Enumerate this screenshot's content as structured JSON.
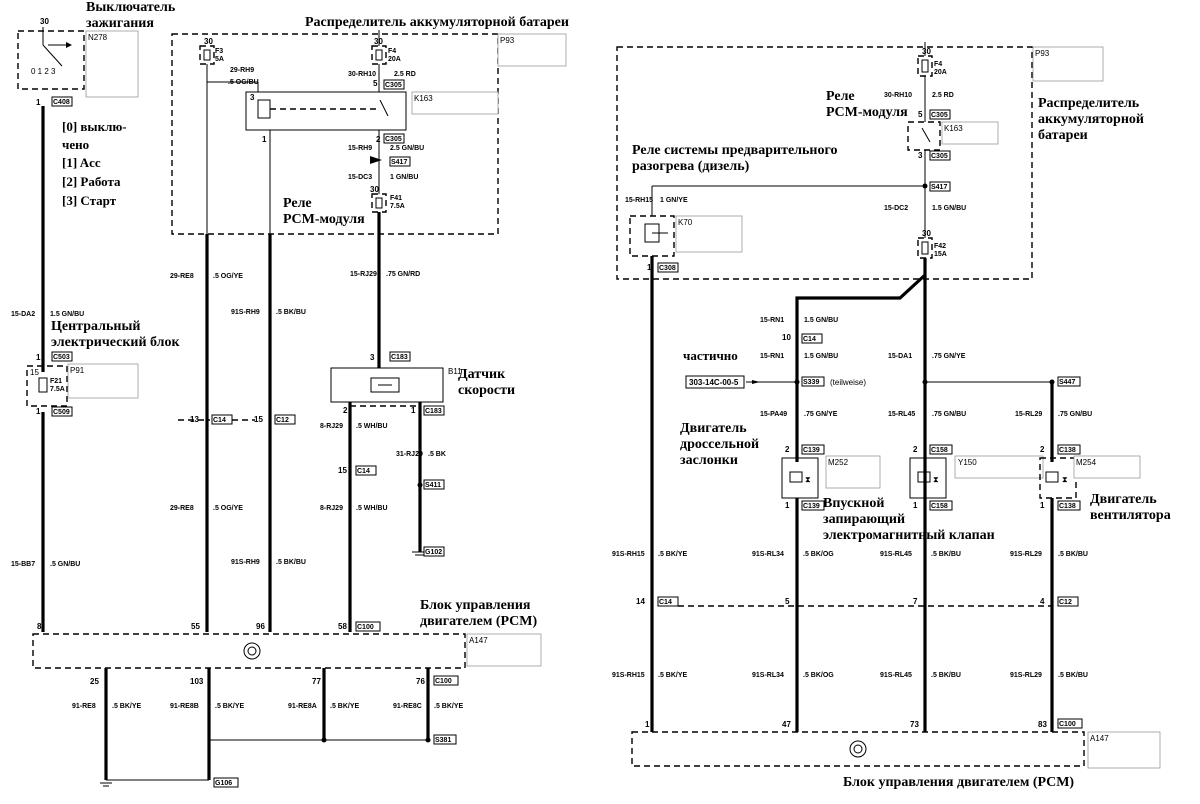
{
  "left": {
    "ignition_switch": {
      "title": "Выключатель\nзажигания",
      "pin_top": "30",
      "id": "N278",
      "pin_bottom": "1",
      "connector": "C408",
      "contacts": "0  1  2  3"
    },
    "switch_positions": [
      "[0] выклю-",
      "чено",
      "[1] Acc",
      "[2] Работа",
      "[3] Старт"
    ],
    "fuse_box": {
      "title": "Распределитель аккумуляторной батареи",
      "id": "P93"
    },
    "fuse_f3": {
      "pin": "30",
      "id": "F3",
      "rating": "5A"
    },
    "fuse_f4": {
      "pin": "30",
      "id": "F4",
      "rating": "20A"
    },
    "relay_k163": {
      "id": "K163",
      "pin3": "3",
      "pin5": "5",
      "pin1": "1",
      "pin2": "2",
      "c_top": "C305",
      "c_bot": "C305"
    },
    "relay_label": "Реле\nPCM-модуля",
    "fuse_f41": {
      "pin": "30",
      "id": "F41",
      "rating": "7.5A"
    },
    "wires": {
      "w_29rh9": "29-RH9",
      "w_5ogbu": ".5 OG/BU",
      "w_30rh10": "30-RH10",
      "w_25rd": "2.5 RD",
      "w_15rh9": "15-RH9",
      "w_25gnbu": "2.5 GN/BU",
      "w_s417": "S417",
      "w_15dc3": "15-DC3",
      "w_1gnbu": "1 GN/BU",
      "w_29re8a": "29-RE8",
      "w_5ogye_a": ".5 OG/YE",
      "w_91srh9a": "91S-RH9",
      "w_5bkbu_a": ".5 BK/BU",
      "w_15rj29": "15-RJ29",
      "w_75gnrd": ".75 GN/RD",
      "w_15da2": "15-DA2",
      "w_15gnbu": "1.5 GN/BU",
      "w_29re8b": "29-RE8",
      "w_5ogye_b": ".5 OG/YE",
      "w_91srh9b": "91S-RH9",
      "w_5bkbu_b": ".5 BK/BU",
      "w_15bb7": "15-BB7",
      "w_5gnbu": ".5 GN/BU",
      "w_8rj29a": "8-RJ29",
      "w_5whbu_a": ".5 WH/BU",
      "w_31rj29": "31-RJ29",
      "w_5bk": ".5 BK",
      "w_8rj29b": "8-RJ29",
      "w_5whbu_b": ".5 WH/BU",
      "w_91re8": "91-RE8",
      "w_5bkye": ".5 BK/YE",
      "w_91re8b": "91-RE8B",
      "w_5bkye_b": ".5 BK/YE",
      "w_91re8a": "91-RE8A",
      "w_5bkye_c": ".5 BK/YE",
      "w_91re8c": "91-RE8C",
      "w_5bkye_d": ".5 BK/YE"
    },
    "central_block": {
      "title": "Центральный\nэлектрический блок",
      "id": "P91",
      "fuse": "F21",
      "rating": "7.5A",
      "pin15": "15",
      "c_top": "C503",
      "c_bot": "C509",
      "pin1a": "1",
      "pin1b": "1"
    },
    "speed_sensor": {
      "title": "Датчик\nскорости",
      "id": "B11",
      "pin3": "3",
      "pin2": "2",
      "pin1": "1",
      "c_top": "C183",
      "c_bot": "C183"
    },
    "connectors": {
      "c14a": "C14",
      "p13": "13",
      "c12a": "C12",
      "p15": "15",
      "c14b": "C14",
      "p15b": "15",
      "s411": "S411",
      "g102": "G102",
      "s381": "S381",
      "g106": "G106"
    },
    "pcm": {
      "title": "Блок управления\nдвигателем (PCM)",
      "id": "A147",
      "p8": "8",
      "p55": "55",
      "p96": "96",
      "p58": "58",
      "c_top": "C100",
      "p25": "25",
      "p103": "103",
      "p77": "77",
      "p76": "76",
      "c_bot": "C100"
    }
  },
  "right": {
    "fuse_box": {
      "title": "Распределитель\nаккумуляторной\nбатареи",
      "id": "P93"
    },
    "fuse_f4": {
      "pin": "30",
      "id": "F4",
      "rating": "20A"
    },
    "relay_pcm": {
      "title": "Реле\nPCM-модуля",
      "id": "K163",
      "pin5": "5",
      "pin3": "3",
      "c_top": "C305",
      "c_bot": "C305"
    },
    "glow_relay": {
      "title": "Реле системы предварительного\nразогрева (дизель)",
      "id": "K70",
      "pin1": "1",
      "c": "C308"
    },
    "fuse_f42": {
      "pin": "30",
      "id": "F42",
      "rating": "15A"
    },
    "wires": {
      "w_30rh10": "30-RH10",
      "w_25rd": "2.5 RD",
      "w_s417": "S417",
      "w_15rh15": "15-RH15",
      "w_1gnye": "1 GN/YE",
      "w_15dc2": "15-DC2",
      "w_15gnbu": "1.5 GN/BU",
      "w_15rn1a": "15-RN1",
      "w_15gnbu_a": "1.5 GN/BU",
      "w_15rn1b": "15-RN1",
      "w_15gnbu_b": "1.5 GN/BU",
      "w_15da1": "15-DA1",
      "w_75gnye": ".75 GN/YE",
      "w_15pa49": "15-PA49",
      "w_75gnye_b": ".75 GN/YE",
      "w_15rl45": "15-RL45",
      "w_75gnbu": ".75 GN/BU",
      "w_15rl29": "15-RL29",
      "w_75gnbu_b": ".75 GN/BU",
      "w_91srh15a": "91S-RH15",
      "w_5bkye_a": ".5 BK/YE",
      "w_91srl34a": "91S-RL34",
      "w_5bkog_a": ".5 BK/OG",
      "w_91srl45a": "91S-RL45",
      "w_5bkbu_a": ".5 BK/BU",
      "w_91srl29a": "91S-RL29",
      "w_5bkbu_c": ".5 BK/BU",
      "w_91srh15b": "91S-RH15",
      "w_5bkye_b": ".5 BK/YE",
      "w_91srl34b": "91S-RL34",
      "w_5bkog_b": ".5 BK/OG",
      "w_91srl45b": "91S-RL45",
      "w_5bkbu_b": ".5 BK/BU",
      "w_91srl29b": "91S-RL29",
      "w_5bkbu_d": ".5 BK/BU"
    },
    "partial": {
      "title": "частично",
      "ref": "303-14C-00-5",
      "note": "(teilweise)",
      "splice": "S339",
      "s447": "S447"
    },
    "connectors": {
      "p10": "10",
      "c14": "C14",
      "p14": "14",
      "c14b": "C14",
      "p5": "5",
      "p7": "7",
      "p4": "4",
      "c12": "C12"
    },
    "throttle": {
      "title": "Двигатель\nдроссельной\nзаслонки",
      "id": "M252",
      "p2": "2",
      "p1": "1",
      "c_top": "C139",
      "c_bot": "C139"
    },
    "intake_valve": {
      "title": "Впускной\nзапирающий\nэлектромагнитный клапан",
      "id": "Y150",
      "p2": "2",
      "p1": "1",
      "c_top": "C158",
      "c_bot": "C158"
    },
    "fan": {
      "title": "Двигатель\nвентилятора",
      "id": "M254",
      "p2": "2",
      "p1": "1",
      "c_top": "C138",
      "c_bot": "C138"
    },
    "pcm": {
      "title": "Блок управления двигателем (PCM)",
      "id": "A147",
      "p1": "1",
      "p47": "47",
      "p73": "73",
      "p83": "83",
      "c": "C100"
    }
  }
}
